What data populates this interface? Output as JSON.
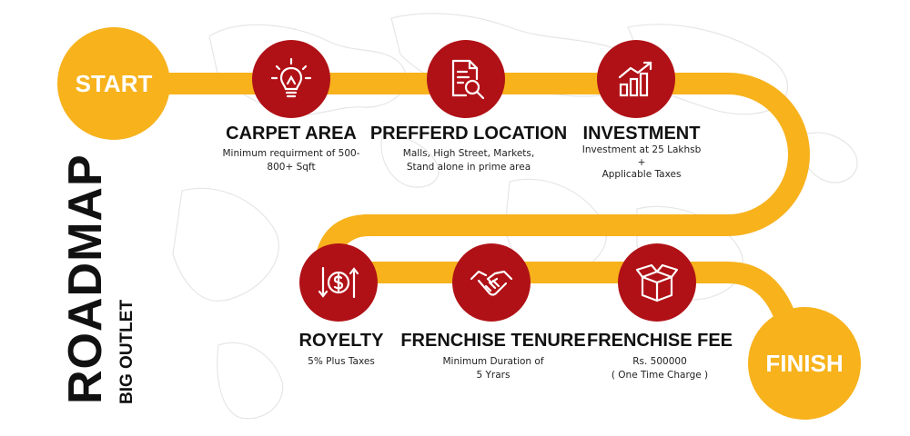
{
  "colors": {
    "road": "#f7b21c",
    "node": "#b01116",
    "text": "#111111",
    "map": "#e8e8e8"
  },
  "start_label": "START",
  "finish_label": "FINISH",
  "roadmap_title": "ROADMAP",
  "roadmap_subtitle": "BIG OUTLET",
  "steps": [
    {
      "title": "CARPET AREA",
      "icon": "lightbulb-icon",
      "desc": [
        "Minimum requirment of 500-",
        "800+ Sqft"
      ]
    },
    {
      "title": "PREFFERD LOCATION",
      "icon": "document-search-icon",
      "desc": [
        "Malls, High Street, Markets,",
        "Stand alone in prime area"
      ]
    },
    {
      "title": "INVESTMENT",
      "icon": "bar-chart-growth-icon",
      "desc": [
        "Investment at 25 Lakhsb",
        "+",
        "Applicable Taxes"
      ]
    },
    {
      "title": "ROYELTY",
      "icon": "dollar-cycle-icon",
      "desc": [
        "5% Plus Taxes"
      ]
    },
    {
      "title": "FRENCHISE TENURE",
      "icon": "handshake-icon",
      "desc": [
        "Minimum Duration of",
        "5 Yrars"
      ]
    },
    {
      "title": "FRENCHISE FEE",
      "icon": "open-box-icon",
      "desc": [
        "Rs. 500000",
        "( One Time Charge )"
      ]
    }
  ]
}
